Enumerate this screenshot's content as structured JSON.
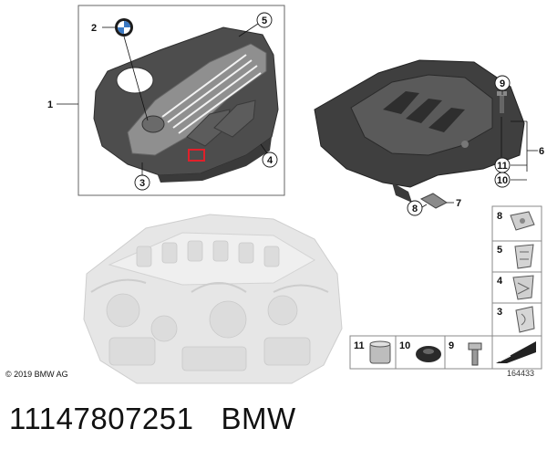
{
  "callouts": {
    "c1": "1",
    "c2": "2",
    "c3": "3",
    "c4": "4",
    "c5": "5",
    "c6": "6",
    "c7": "7",
    "c8": "8",
    "c9": "9",
    "c10": "10",
    "c11": "11"
  },
  "parts_grid": {
    "p8": "8",
    "p5": "5",
    "p4": "4",
    "p3": "3",
    "p11": "11",
    "p10": "10",
    "p9": "9"
  },
  "copyright": "© 2019 BMW AG",
  "diagram_id": "164433",
  "footer": {
    "part_number": "11147807251",
    "brand": "BMW"
  },
  "colors": {
    "cover_dark": "#4a4a4a",
    "cover_light": "#8c8c8c",
    "highlight": "#e0202a",
    "engine_ghost": "#d6d6d6"
  }
}
